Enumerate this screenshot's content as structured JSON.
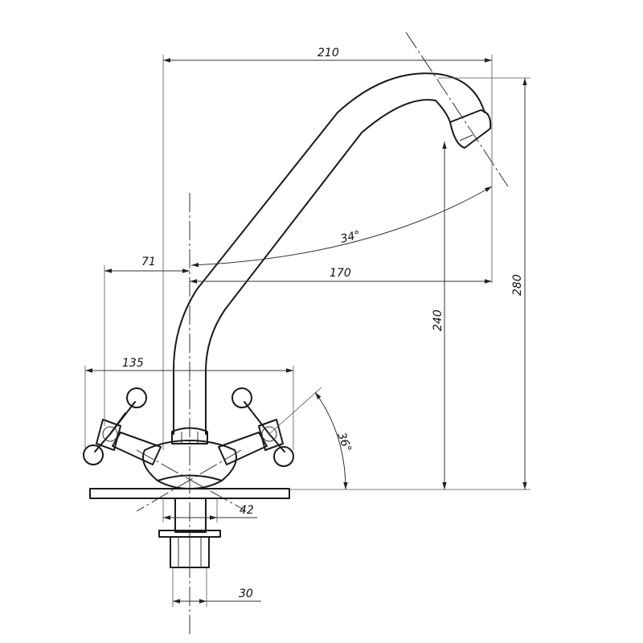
{
  "drawing": {
    "dimensions": {
      "overall_width": "210",
      "left_offset": "71",
      "spout_reach": "170",
      "handle_span": "135",
      "spout_angle": "34°",
      "handle_angle": "36°",
      "spout_height": "240",
      "overall_height": "280",
      "base_diameter": "42",
      "thread_diameter": "30"
    },
    "colors": {
      "line": "#1a1a1a",
      "paper": "#ffffff"
    }
  }
}
